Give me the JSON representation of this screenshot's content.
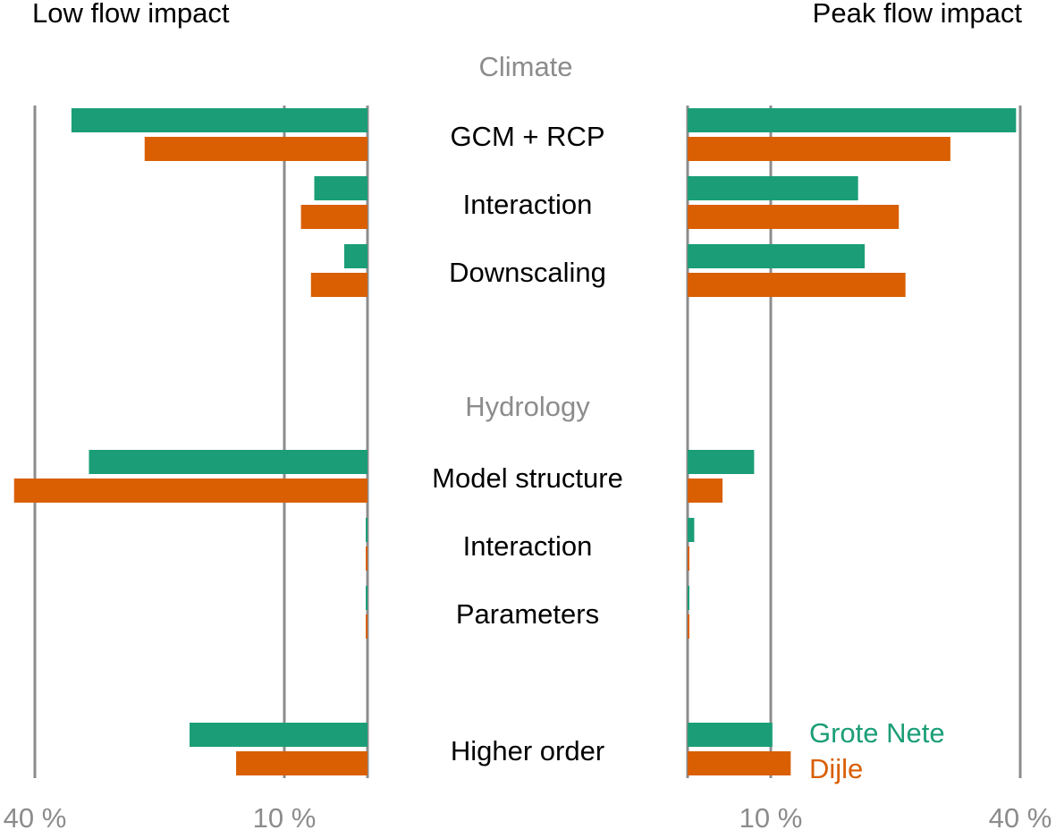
{
  "chart_data": {
    "type": "bar",
    "orientation": "horizontal",
    "layout": "back-to-back",
    "left_panel_title": "Low flow impact",
    "right_panel_title": "Peak flow impact",
    "tick_values": [
      10,
      40
    ],
    "tick_labels": [
      "10 %",
      "40 %"
    ],
    "groups": [
      {
        "name": "Climate",
        "categories": [
          "GCM + RCP",
          "Interaction",
          "Downscaling"
        ]
      },
      {
        "name": "Hydrology",
        "categories": [
          "Model structure",
          "Interaction",
          "Parameters"
        ]
      },
      {
        "name": "",
        "categories": [
          "Higher order"
        ]
      }
    ],
    "categories": [
      "GCM + RCP",
      "Interaction",
      "Downscaling",
      "Model structure",
      "Interaction",
      "Parameters",
      "Higher order"
    ],
    "series": [
      {
        "name": "Grote Nete",
        "color": "#1b9e77",
        "low_flow": [
          35.6,
          6.4,
          2.8,
          33.5,
          0.2,
          0.2,
          21.4
        ],
        "peak_flow": [
          39.5,
          20.5,
          21.3,
          8.0,
          0.8,
          0.2,
          10.2
        ]
      },
      {
        "name": "Dijle",
        "color": "#d95f02",
        "low_flow": [
          26.8,
          8.0,
          6.8,
          42.5,
          0.2,
          0.2,
          15.8
        ],
        "peak_flow": [
          31.6,
          25.4,
          26.2,
          4.2,
          0.2,
          0.2,
          12.4
        ]
      }
    ],
    "legend": {
      "position": "bottom-right",
      "entries": [
        "Grote Nete",
        "Dijle"
      ]
    },
    "grid": true
  }
}
